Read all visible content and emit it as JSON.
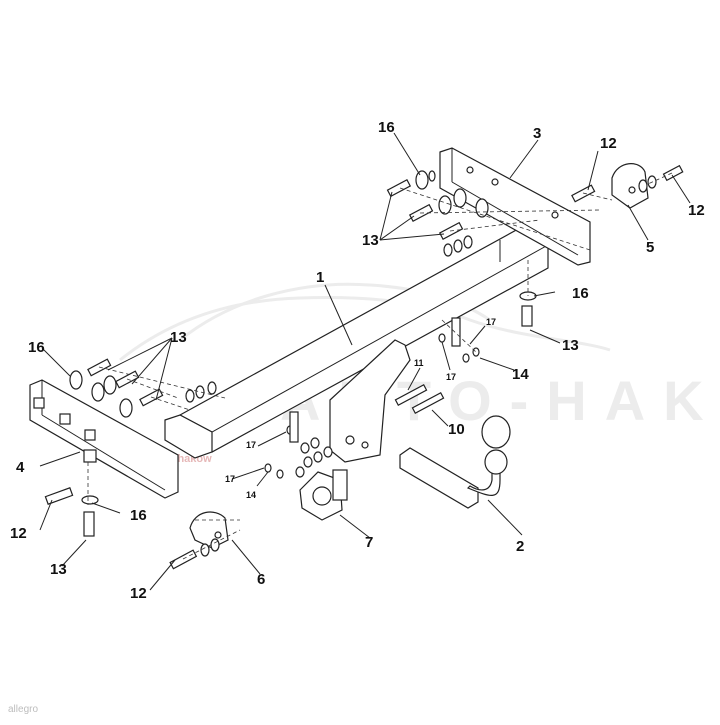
{
  "watermark": {
    "brand": "AUTO-HAKA",
    "subtitle": "Producent haków"
  },
  "footer": "allegro",
  "parts": [
    {
      "id": "p1",
      "label": "1"
    },
    {
      "id": "p2",
      "label": "2"
    },
    {
      "id": "p3",
      "label": "3"
    },
    {
      "id": "p4",
      "label": "4"
    },
    {
      "id": "p5",
      "label": "5"
    },
    {
      "id": "p6",
      "label": "6"
    },
    {
      "id": "p7",
      "label": "7"
    },
    {
      "id": "p10",
      "label": "10"
    },
    {
      "id": "p11",
      "label": "11"
    },
    {
      "id": "p12a",
      "label": "12"
    },
    {
      "id": "p12b",
      "label": "12"
    },
    {
      "id": "p12c",
      "label": "12"
    },
    {
      "id": "p12d",
      "label": "12"
    },
    {
      "id": "p13a",
      "label": "13"
    },
    {
      "id": "p13b",
      "label": "13"
    },
    {
      "id": "p13c",
      "label": "13"
    },
    {
      "id": "p13d",
      "label": "13"
    },
    {
      "id": "p14a",
      "label": "14"
    },
    {
      "id": "p14b",
      "label": "14"
    },
    {
      "id": "p16a",
      "label": "16"
    },
    {
      "id": "p16b",
      "label": "16"
    },
    {
      "id": "p16c",
      "label": "16"
    },
    {
      "id": "p16d",
      "label": "16"
    },
    {
      "id": "p17a",
      "label": "17"
    },
    {
      "id": "p17b",
      "label": "17"
    },
    {
      "id": "p17c",
      "label": "17"
    },
    {
      "id": "p17d",
      "label": "17"
    }
  ]
}
